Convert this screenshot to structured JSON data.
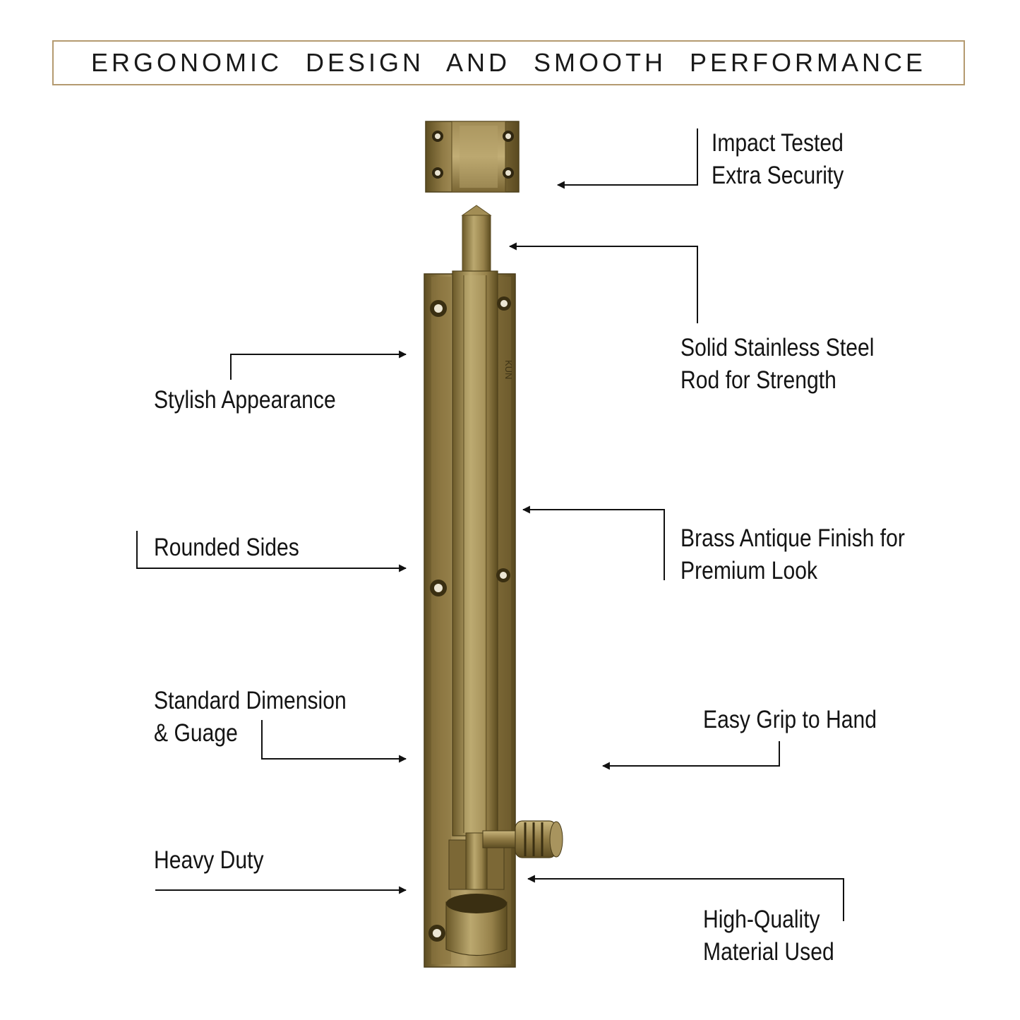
{
  "banner": {
    "title": "ERGONOMIC DESIGN AND SMOOTH PERFORMANCE"
  },
  "colors": {
    "brass_dark": "#6b5a2c",
    "brass_mid": "#9c8751",
    "brass_light": "#c4b078",
    "frame_border": "#b49a70",
    "text": "#141414"
  },
  "product": {
    "engraving": "KUN"
  },
  "features": {
    "impact_tested": {
      "line1": "Impact Tested",
      "line2": "Extra Security"
    },
    "solid_rod": {
      "line1": "Solid Stainless Steel",
      "line2": "Rod for Strength"
    },
    "stylish": {
      "line1": "Stylish Appearance"
    },
    "brass_finish": {
      "line1": "Brass Antique Finish for",
      "line2": "Premium Look"
    },
    "rounded_sides": {
      "line1": "Rounded Sides"
    },
    "standard_dimension": {
      "line1": "Standard Dimension",
      "line2": "& Guage"
    },
    "easy_grip": {
      "line1": "Easy Grip to Hand"
    },
    "heavy_duty": {
      "line1": "Heavy Duty"
    },
    "high_quality": {
      "line1": "High-Quality",
      "line2": "Material Used"
    }
  }
}
